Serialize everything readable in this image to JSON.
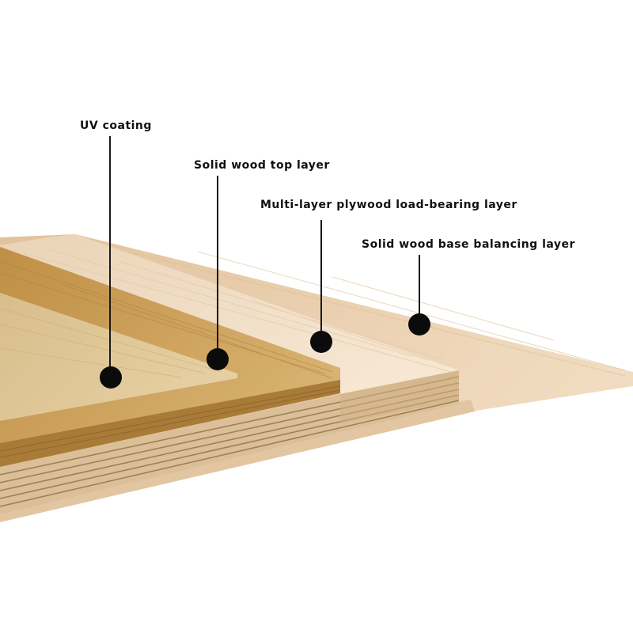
{
  "labels": {
    "uv_coating": "UV coating",
    "solid_wood_top": "Solid wood top layer",
    "plywood_core": "Multi-layer plywood load-bearing layer",
    "base_balancing": "Solid wood base balancing layer"
  },
  "colors": {
    "oak_top": "#c99d55",
    "oak_edge": "#a87a35",
    "maple_face": "#efd9bf",
    "plywood_edge": "#dcc09a",
    "plywood_ring": "#8a6a3e",
    "base_face": "#e8cba6",
    "base_edge": "#d8b892",
    "marker": "#0b0b0b",
    "leader": "#1a1a1a"
  },
  "icons": {
    "marker": "filled-circle-marker"
  }
}
